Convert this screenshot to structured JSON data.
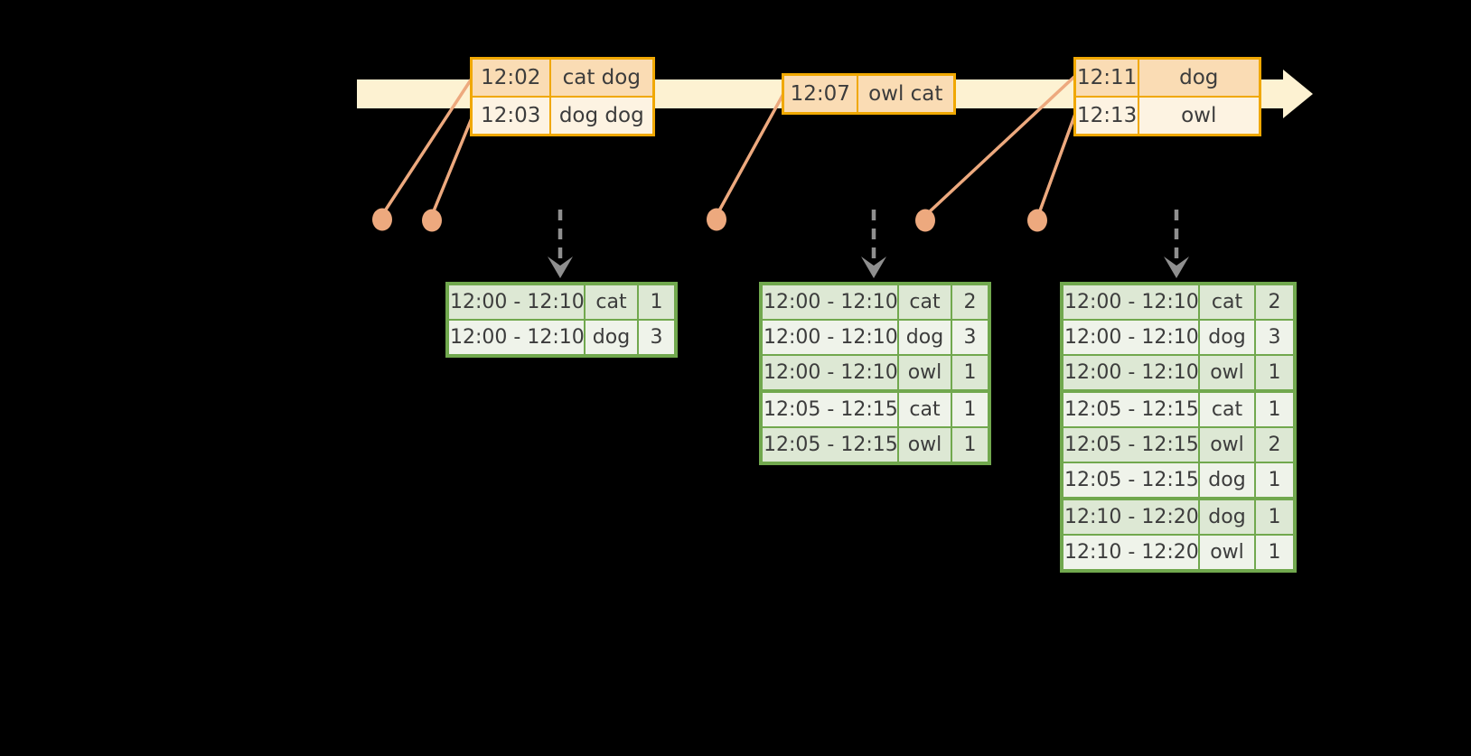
{
  "colors": {
    "background": "#000000",
    "timeline_band": "#fdf2d2",
    "event_table_border": "#f0a802",
    "event_row_dark": "#fadcb4",
    "event_row_light": "#fdf3e2",
    "connector_salmon": "#eda97e",
    "trigger_arrow_gray": "#8f8f8f",
    "result_table_border": "#71a84e",
    "result_row_dark": "#dde8d4",
    "result_row_light": "#eff3ea",
    "text": "#3c3c3c"
  },
  "event_tables": [
    {
      "rows": [
        {
          "time": "12:02",
          "words": "cat dog"
        },
        {
          "time": "12:03",
          "words": "dog dog"
        }
      ]
    },
    {
      "rows": [
        {
          "time": "12:07",
          "words": "owl cat"
        }
      ]
    },
    {
      "rows": [
        {
          "time": "12:11",
          "words": "dog"
        },
        {
          "time": "12:13",
          "words": "owl"
        }
      ]
    }
  ],
  "result_tables": [
    {
      "rows": [
        {
          "window": "12:00 - 12:10",
          "word": "cat",
          "count": "1"
        },
        {
          "window": "12:00 - 12:10",
          "word": "dog",
          "count": "3"
        }
      ]
    },
    {
      "rows": [
        {
          "window": "12:00 - 12:10",
          "word": "cat",
          "count": "2"
        },
        {
          "window": "12:00 - 12:10",
          "word": "dog",
          "count": "3"
        },
        {
          "window": "12:00 - 12:10",
          "word": "owl",
          "count": "1"
        },
        {
          "window": "12:05 - 12:15",
          "word": "cat",
          "count": "1"
        },
        {
          "window": "12:05 - 12:15",
          "word": "owl",
          "count": "1"
        }
      ]
    },
    {
      "rows": [
        {
          "window": "12:00 - 12:10",
          "word": "cat",
          "count": "2"
        },
        {
          "window": "12:00 - 12:10",
          "word": "dog",
          "count": "3"
        },
        {
          "window": "12:00 - 12:10",
          "word": "owl",
          "count": "1"
        },
        {
          "window": "12:05 - 12:15",
          "word": "cat",
          "count": "1"
        },
        {
          "window": "12:05 - 12:15",
          "word": "owl",
          "count": "2"
        },
        {
          "window": "12:05 - 12:15",
          "word": "dog",
          "count": "1"
        },
        {
          "window": "12:10 - 12:20",
          "word": "dog",
          "count": "1"
        },
        {
          "window": "12:10 - 12:20",
          "word": "owl",
          "count": "1"
        }
      ]
    }
  ]
}
